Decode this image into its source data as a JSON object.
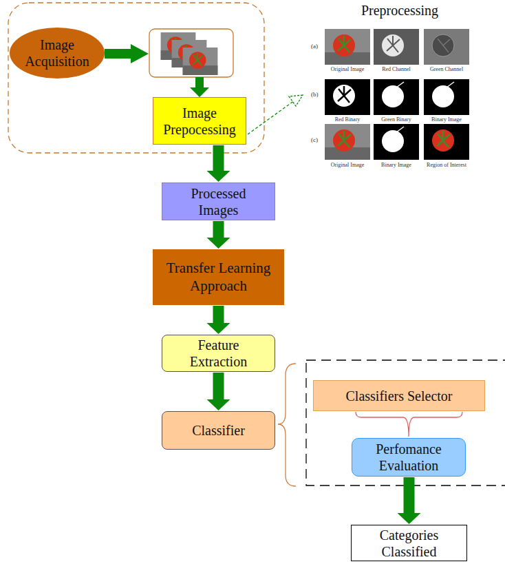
{
  "diagram": {
    "nodes": [
      {
        "text": [
          "Image Acquisition"
        ]
      },
      {
        "text": [
          "Image Prepocessing"
        ]
      },
      {
        "text": [
          "Processed Images"
        ]
      },
      {
        "text": [
          "Transfer Learning Approach"
        ]
      },
      {
        "text": [
          "Feature Extraction"
        ]
      },
      {
        "text": [
          "Classifier"
        ]
      },
      {
        "text": [
          "Classifiers Selector"
        ]
      },
      {
        "text": [
          "Perfomance Evaluation"
        ]
      },
      {
        "text": [
          "Categories Classified"
        ]
      }
    ],
    "edges": [
      {
        "from": 1,
        "to": 2,
        "arrow": "to"
      },
      {
        "from": 2,
        "to": 3,
        "arrow": "to"
      },
      {
        "from": 3,
        "to": 4,
        "arrow": "to"
      },
      {
        "from": 4,
        "to": 5,
        "arrow": "to"
      },
      {
        "from": 6,
        "to": 7,
        "arrow": "none"
      },
      {
        "from": 7,
        "to": 8,
        "arrow": "to"
      }
    ],
    "labels": [
      "Preprocessing",
      "(a)",
      "Original Image",
      "Red Channel",
      "Green Channel",
      "(b)",
      "Red Binary",
      "Green Binary",
      "Binary Image",
      "(c)",
      "Original Image",
      "Binary Image",
      "Region of Interest"
    ]
  }
}
